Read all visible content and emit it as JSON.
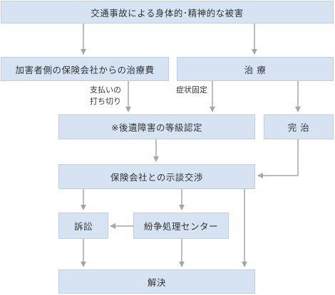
{
  "diagram": {
    "nodes": {
      "top": "交通事故による身体的･精神的な被害",
      "insurer_payment": "加害者側の保険会社からの治療費",
      "treatment": "治 療",
      "disability_cert": "※後遺障害の等級認定",
      "full_recovery": "完 治",
      "negotiation": "保険会社との示談交渉",
      "lawsuit": "訴訟",
      "dispute_center": "紛争処理センター",
      "resolution": "解決"
    },
    "edge_labels": {
      "payment_stop_line1": "支払いの",
      "payment_stop_line2": "打ち切り",
      "symptom_fixed": "症状固定"
    },
    "colors": {
      "box_fill": "#d6e3f3",
      "box_border": "#bccde6",
      "arrow": "#a6a6a6",
      "text": "#333333"
    }
  }
}
